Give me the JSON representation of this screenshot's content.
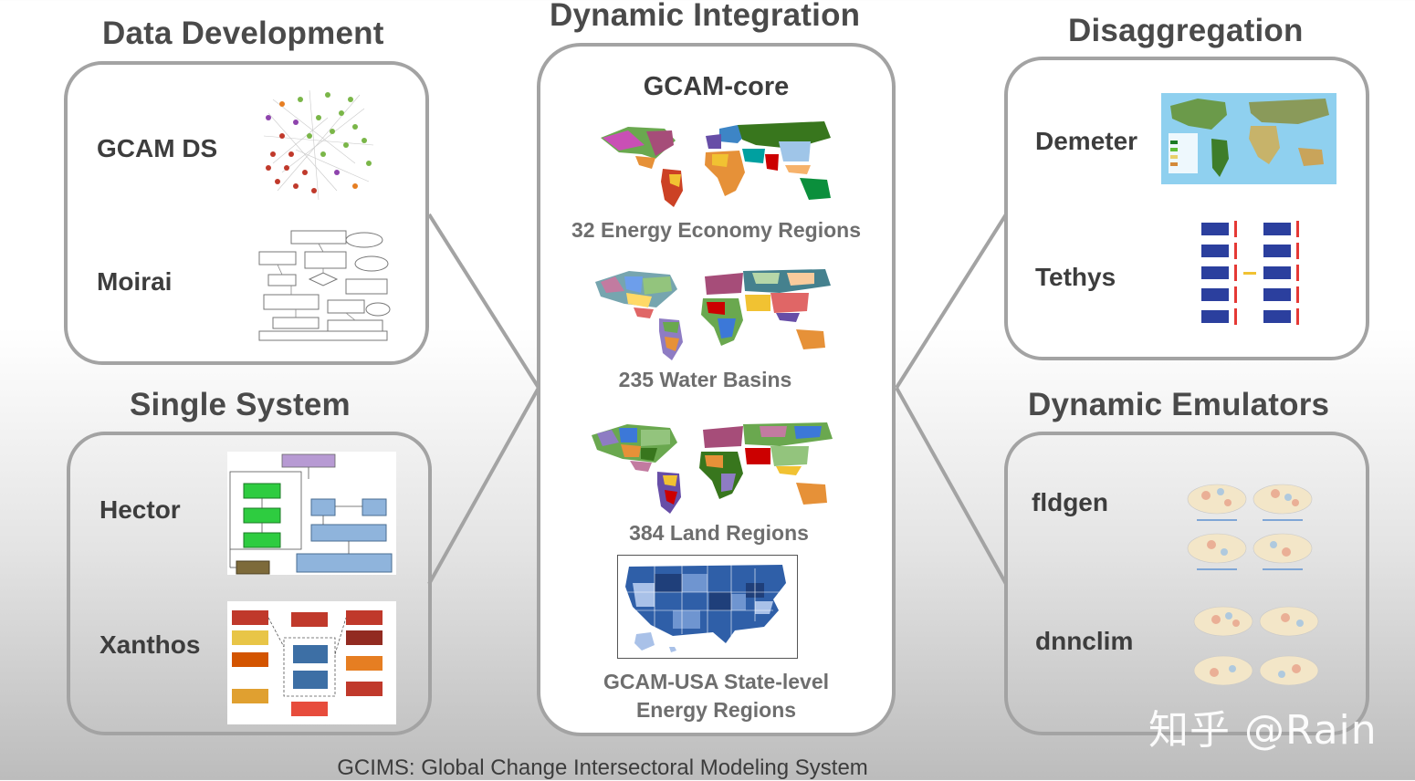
{
  "header": {
    "data_development": "Data Development",
    "dynamic_integration": "Dynamic Integration",
    "disaggregation": "Disaggregation",
    "single_system": "Single System",
    "dynamic_emulators": "Dynamic Emulators"
  },
  "data_development": {
    "models": [
      "GCAM DS",
      "Moirai"
    ]
  },
  "single_system": {
    "models": [
      "Hector",
      "Xanthos"
    ]
  },
  "disaggregation": {
    "models": [
      "Demeter",
      "Tethys"
    ]
  },
  "dynamic_emulators": {
    "models": [
      "fldgen",
      "dnnclim"
    ]
  },
  "integration": {
    "core_title": "GCAM-core",
    "maps": [
      {
        "caption": "32 Energy Economy Regions"
      },
      {
        "caption": "235 Water Basins"
      },
      {
        "caption": "384 Land Regions"
      }
    ],
    "usa_caption_line1": "GCAM-USA State-level",
    "usa_caption_line2": "Energy Regions"
  },
  "footer": "GCIMS: Global Change Intersectoral Modeling System",
  "watermark": "知乎 @Rain",
  "colors": {
    "panel_border": "#a3a3a3",
    "title_text": "#4a4a4a",
    "usa_blue": "#2f5fa8"
  }
}
